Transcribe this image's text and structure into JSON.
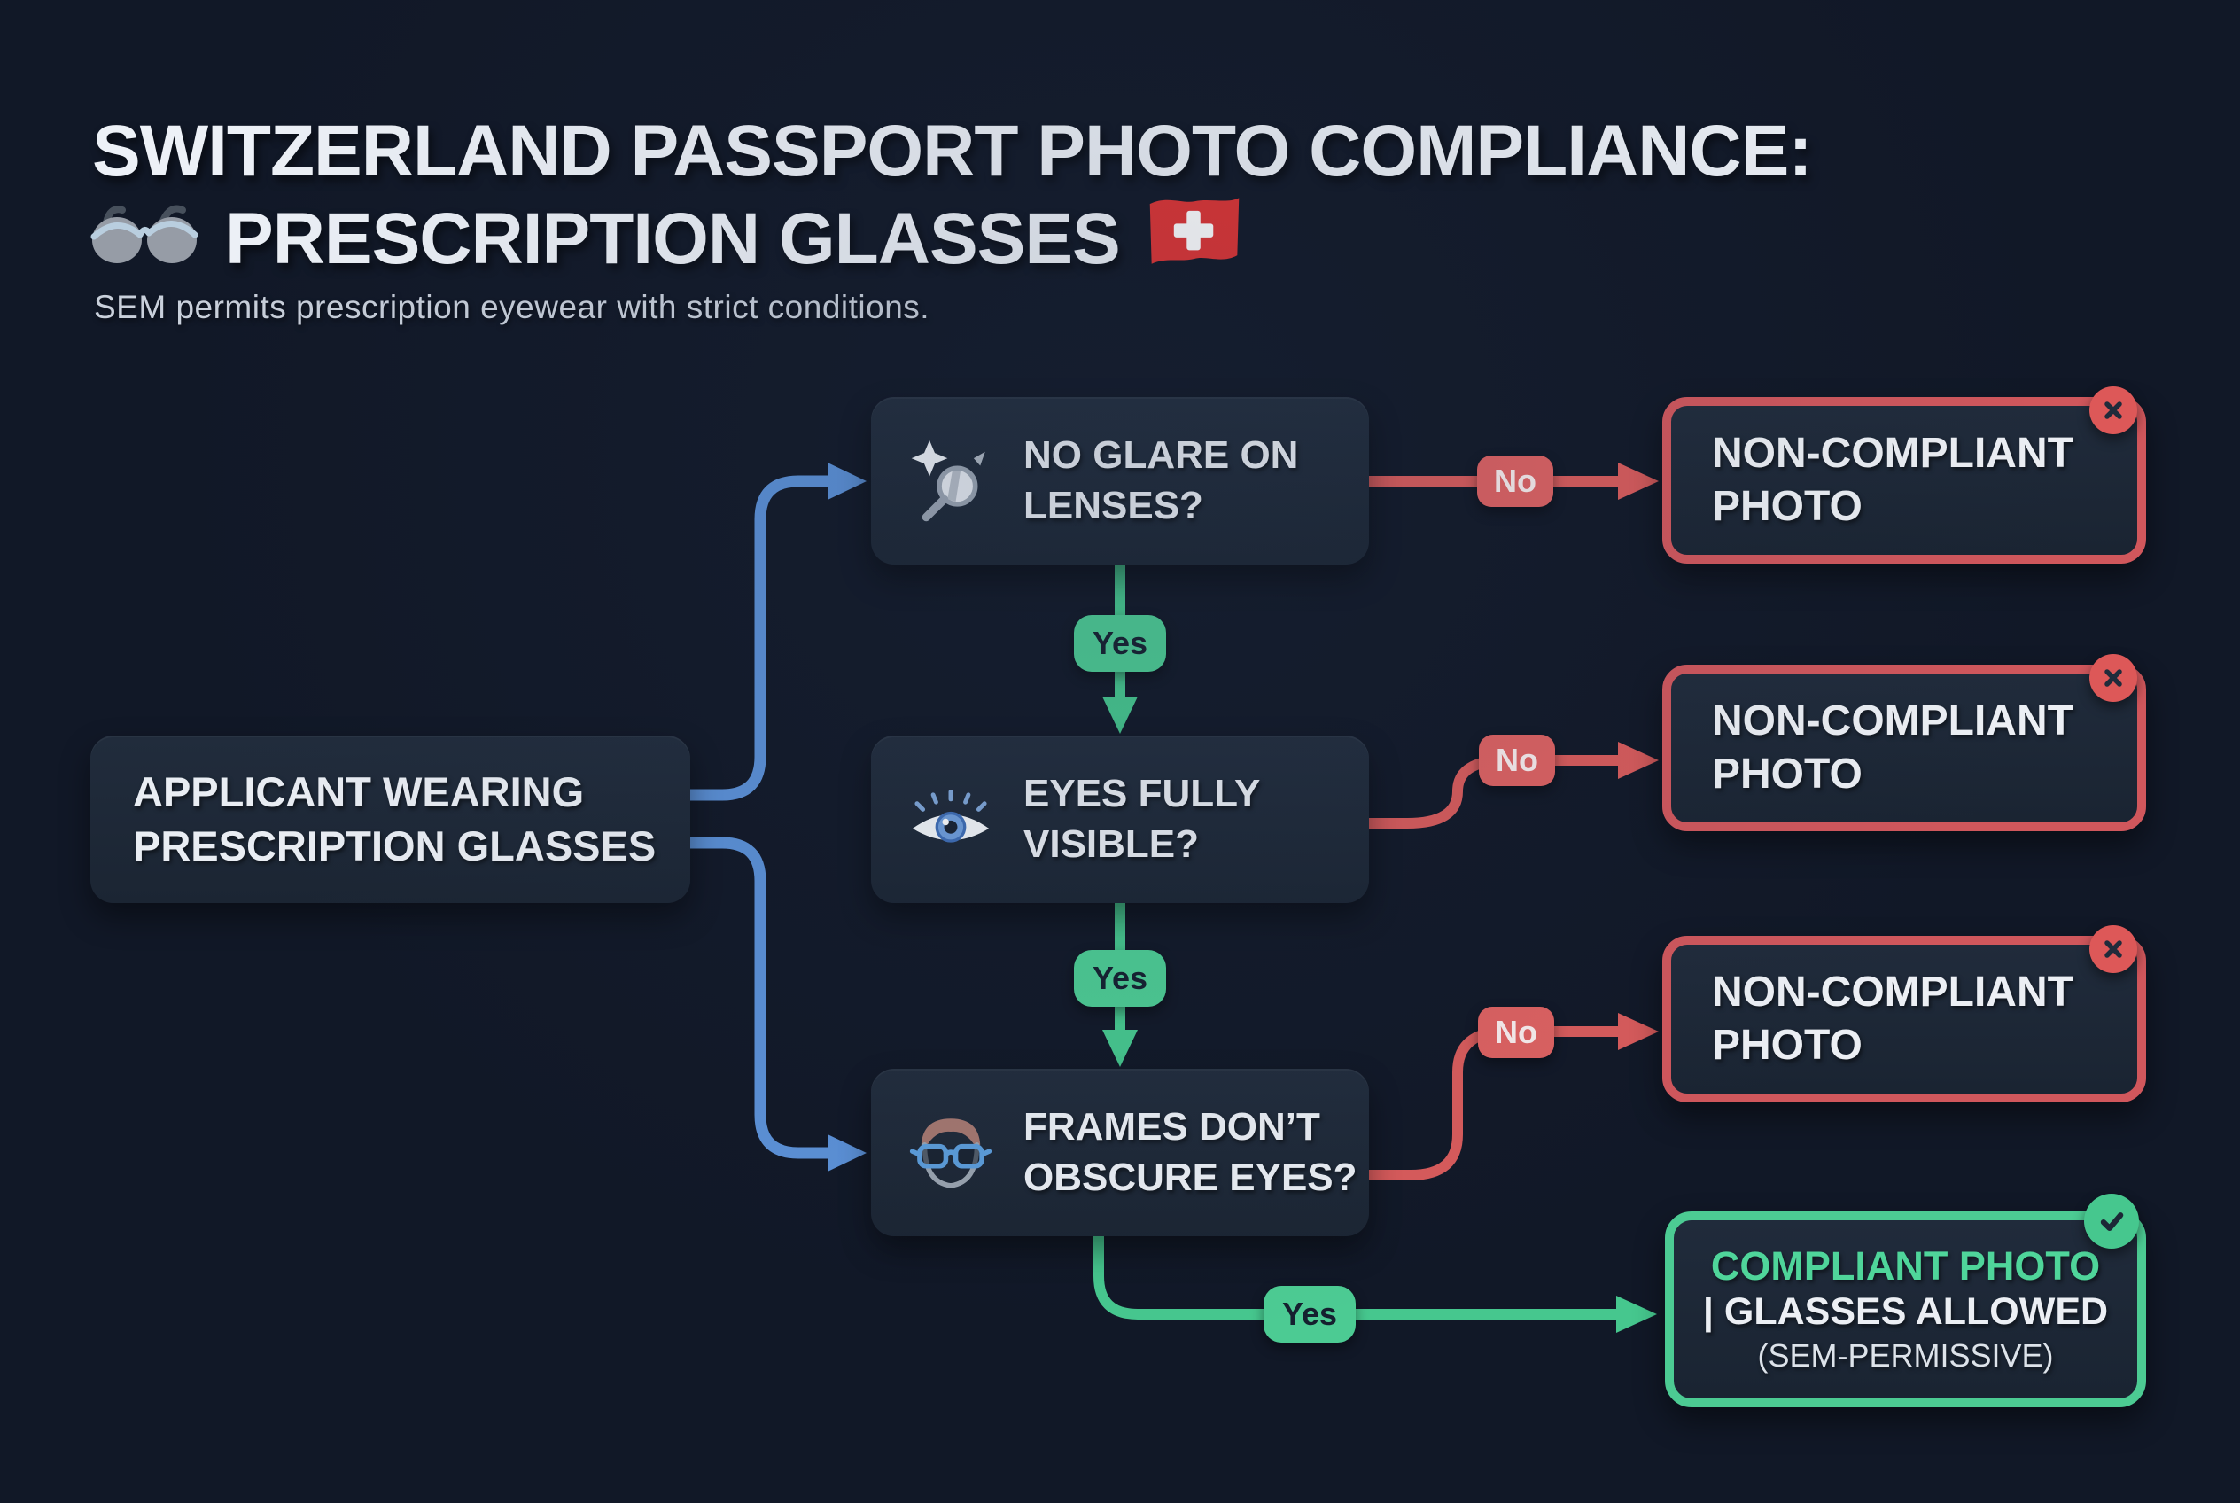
{
  "header": {
    "title_line1": "SWITZERLAND PASSPORT PHOTO COMPLIANCE:",
    "title_line2": "PRESCRIPTION GLASSES",
    "subtitle": "SEM permits prescription eyewear with strict conditions."
  },
  "flow": {
    "start": {
      "label": "APPLICANT WEARING PRESCRIPTION GLASSES"
    },
    "decisions": [
      {
        "label": "NO GLARE ON LENSES?",
        "icon": "sparkle-lens-icon"
      },
      {
        "label": "EYES FULLY VISIBLE?",
        "icon": "eye-icon"
      },
      {
        "label": "FRAMES DON’T OBSCURE EYES?",
        "icon": "face-glasses-icon"
      }
    ],
    "labels": {
      "yes": "Yes",
      "no": "No"
    },
    "outcomes": {
      "non_compliant_label": "NON-COMPLIANT PHOTO",
      "compliant": {
        "title": "COMPLIANT PHOTO",
        "subtitle": "| GLASSES ALLOWED",
        "note": "(SEM-PERMISSIVE)"
      }
    }
  },
  "colors": {
    "background": "#111827",
    "panel": "#1d2736",
    "text": "#e9edf3",
    "blue": "#5b90d6",
    "green": "#46c78e",
    "red": "#d85b5b",
    "swiss_flag_red": "#dd3333"
  }
}
